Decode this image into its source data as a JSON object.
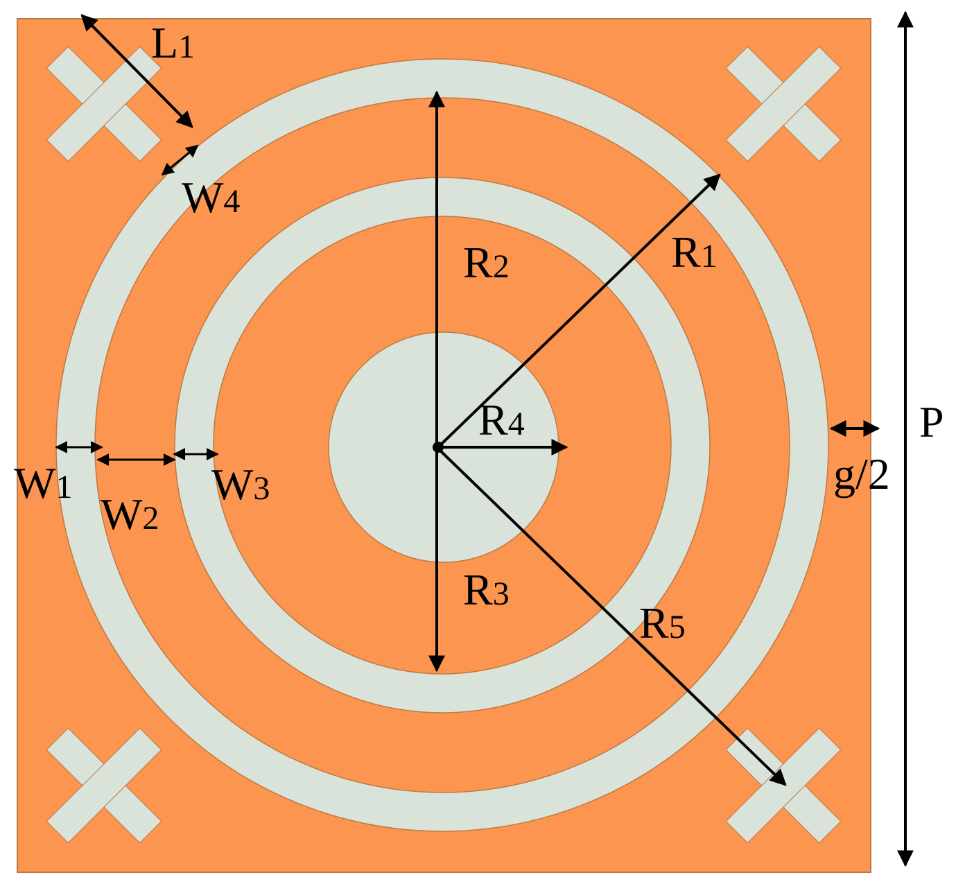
{
  "colors": {
    "substrate": "#fb9550",
    "metal": "#d9e3d9",
    "outline": "#c07840",
    "ink": "#000000",
    "background": "#ffffff"
  },
  "labels": {
    "L1": {
      "main": "L",
      "sub": "1"
    },
    "W4": {
      "main": "W",
      "sub": "4"
    },
    "R2": {
      "main": "R",
      "sub": "2"
    },
    "R1": {
      "main": "R",
      "sub": "1"
    },
    "R4": {
      "main": "R",
      "sub": "4"
    },
    "W1": {
      "main": "W",
      "sub": "1"
    },
    "W2": {
      "main": "W",
      "sub": "2"
    },
    "W3": {
      "main": "W",
      "sub": "3"
    },
    "R3": {
      "main": "R",
      "sub": "3"
    },
    "R5": {
      "main": "R",
      "sub": "5"
    },
    "P": "P",
    "g2": "g/2"
  }
}
